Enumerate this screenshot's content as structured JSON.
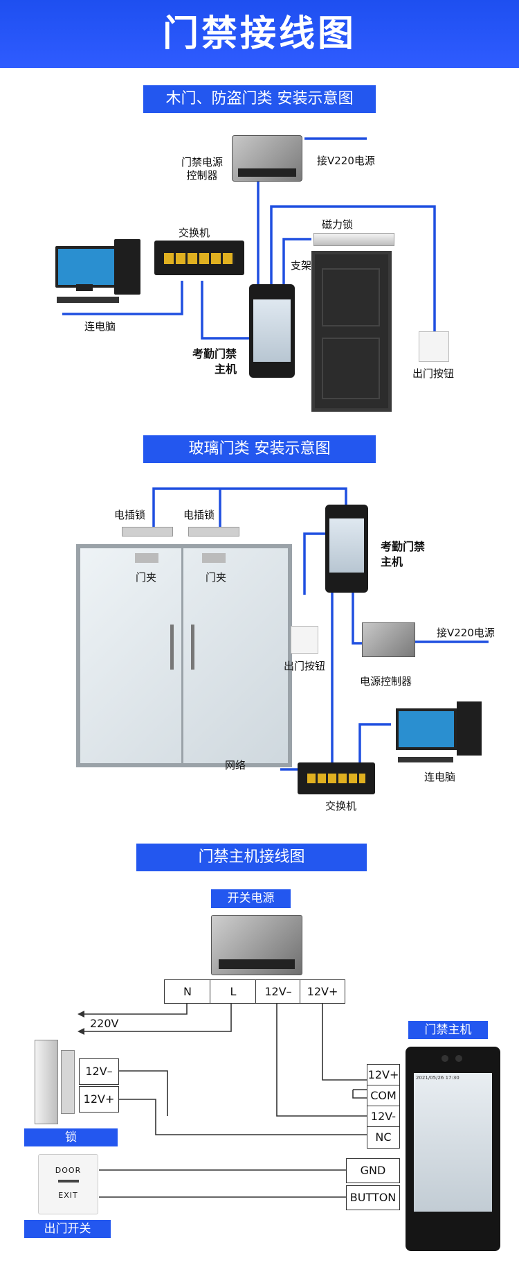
{
  "header": {
    "title": "门禁接线图"
  },
  "section1": {
    "title": "木门、防盗门类 安装示意图",
    "power_controller": "门禁电源\n控制器",
    "mains": "接V220电源",
    "switch": "交换机",
    "magnetic_lock": "磁力锁",
    "bracket": "支架",
    "computer": "连电脑",
    "terminal": "考勤门禁\n主机",
    "exit_button": "出门按钮"
  },
  "section2": {
    "title": "玻璃门类 安装示意图",
    "lock_left": "电插锁",
    "lock_right": "电插锁",
    "clamp_left": "门夹",
    "clamp_right": "门夹",
    "terminal": "考勤门禁\n主机",
    "mains": "接V220电源",
    "exit_button": "出门按钮",
    "power_controller": "电源控制器",
    "network": "网络",
    "switch": "交换机",
    "computer": "连电脑"
  },
  "section3": {
    "title": "门禁主机接线图",
    "psu_label": "开关电源",
    "psu_terminals": [
      "N",
      "L",
      "12V–",
      "12V+"
    ],
    "voltage": "220V",
    "lock_terminals": [
      "12V–",
      "12V+"
    ],
    "lock_label": "锁",
    "host_label": "门禁主机",
    "host_terminals": [
      "12V+",
      "COM",
      "12V-",
      "NC",
      "GND",
      "BUTTON"
    ],
    "exit_label": "出门开关",
    "exit_btn_text": [
      "DOOR",
      "EXIT"
    ],
    "screen_time": "2021/05/26  17:30"
  },
  "colors": {
    "accent": "#2357ef",
    "wire": "#1f4fe0",
    "line": "#333333"
  }
}
